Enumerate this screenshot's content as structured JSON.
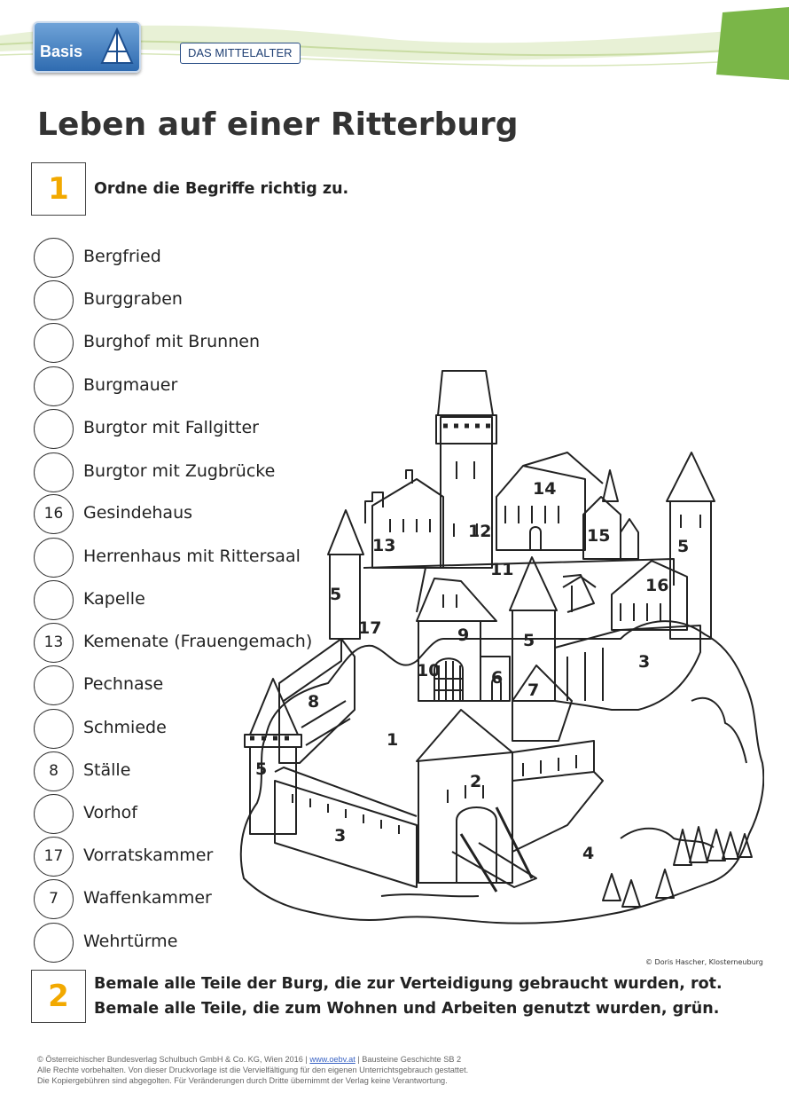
{
  "header": {
    "logo_text": "Basis",
    "section_label": "DAS MITTELALTER"
  },
  "title": "Leben auf einer Ritterburg",
  "task1": {
    "number": "1",
    "text": "Ordne die Begriffe richtig zu."
  },
  "terms": [
    {
      "number": "",
      "label": "Bergfried"
    },
    {
      "number": "",
      "label": "Burggraben"
    },
    {
      "number": "",
      "label": "Burghof mit Brunnen"
    },
    {
      "number": "",
      "label": "Burgmauer"
    },
    {
      "number": "",
      "label": "Burgtor mit Fallgitter"
    },
    {
      "number": "",
      "label": "Burgtor mit Zugbrücke"
    },
    {
      "number": "16",
      "label": "Gesindehaus"
    },
    {
      "number": "",
      "label": "Herrenhaus mit Rittersaal"
    },
    {
      "number": "",
      "label": "Kapelle"
    },
    {
      "number": "13",
      "label": "Kemenate (Frauengemach)"
    },
    {
      "number": "",
      "label": "Pechnase"
    },
    {
      "number": "",
      "label": "Schmiede"
    },
    {
      "number": "8",
      "label": "Ställe"
    },
    {
      "number": "",
      "label": "Vorhof"
    },
    {
      "number": "17",
      "label": "Vorratskammer"
    },
    {
      "number": "7",
      "label": "Waffenkammer"
    },
    {
      "number": "",
      "label": "Wehrtürme"
    }
  ],
  "castle_labels": [
    "14",
    "12",
    "15",
    "5",
    "13",
    "11",
    "5",
    "16",
    "17",
    "9",
    "5",
    "3",
    "10",
    "6",
    "7",
    "8",
    "1",
    "5",
    "2",
    "3",
    "4"
  ],
  "image_credit": "© Doris Hascher, Klosterneuburg",
  "task2": {
    "number": "2",
    "line1": "Bemale alle Teile der Burg, die zur Verteidigung gebraucht wurden, rot.",
    "line2": "Bemale alle Teile, die zum Wohnen und Arbeiten genutzt wurden, grün."
  },
  "footer": {
    "line1_prefix": "© Österreichischer Bundesverlag Schulbuch GmbH & Co. KG, Wien 2016 | ",
    "line1_link": "www.oebv.at",
    "line1_suffix": " | Bausteine Geschichte SB 2",
    "line2": "Alle Rechte vorbehalten. Von dieser Druckvorlage ist die Vervielfältigung für den eigenen Unterrichtsgebrauch gestattet.",
    "line3": "Die Kopiergebühren sind abgegolten. Für Veränderungen durch Dritte übernimmt der Verlag keine Verantwortung."
  }
}
